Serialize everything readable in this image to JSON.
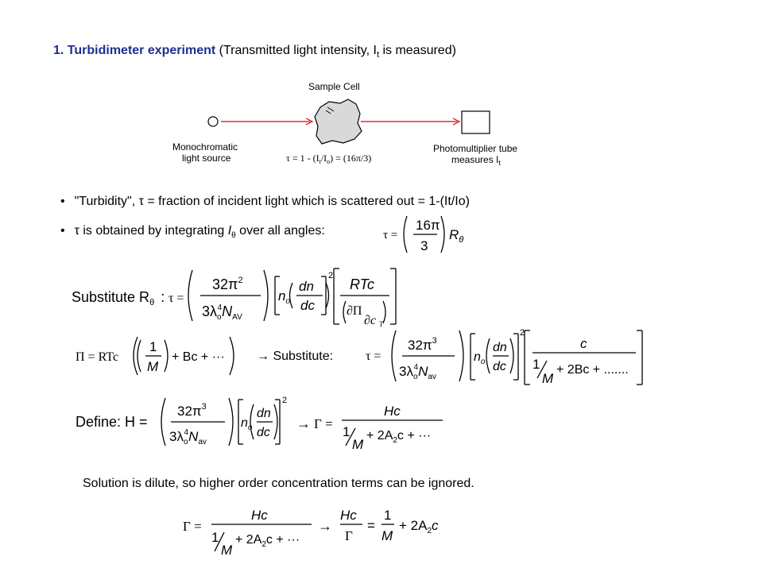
{
  "title": {
    "highlight": "1. Turbidimeter experiment",
    "rest_prefix": " (Transmitted light intensity, I",
    "rest_sub": "t",
    "rest_suffix": " is measured)"
  },
  "diagram": {
    "sample_cell_label": "Sample Cell",
    "source_label_line1": "Monochromatic",
    "source_label_line2": "light source",
    "detector_label_line1": "Photomultiplier tube",
    "detector_label_line2": "measures I",
    "detector_label_sub": "t",
    "formula": {
      "lhs": "τ = 1 - (I",
      "sub1": "t",
      "mid": "/I",
      "sub2": "o",
      "rhs": ") = (16π/3)"
    }
  },
  "bullets": [
    {
      "marker": "•",
      "text": "\"Turbidity\", τ = fraction of incident light which is scattered out = 1-(It/Io)"
    },
    {
      "marker": "•",
      "text_a": "τ is obtained by integrating ",
      "italic": "I",
      "sub": "θ",
      "text_b": " over all angles:"
    }
  ],
  "equations": {
    "tau_R": {
      "lhs": "τ =",
      "num": "16π",
      "den": "3",
      "R": "R",
      "Rsub": "θ"
    },
    "substitute_R": {
      "prefix": "Substitute R",
      "prefix_sub": "θ",
      "colon": ":",
      "tau": "τ =",
      "f_num": "32π",
      "f_num_sup": "2",
      "f_den_a": "3λ",
      "f_den_sub": "o",
      "f_den_sup": "4",
      "f_den_b": "N",
      "f_den_bsub": "AV",
      "n": "n",
      "n_sub": "o",
      "dn": "dn",
      "dc": "dc",
      "sq": "2",
      "rtc": "RTc",
      "dPi": "∂Π",
      "dc2": "∂c",
      "T": "T"
    },
    "pi_expansion": {
      "lhs": "Π = RTc",
      "one": "1",
      "M": "M",
      "plus_bc": "+ Bc + ···",
      "arrow": "→ Substitute:",
      "tau": "τ =",
      "f_num": "32π",
      "f_num_sup": "3",
      "f_den_a": "3λ",
      "f_den_sub": "o",
      "f_den_sup": "4",
      "f_den_b": "N",
      "f_den_bsub": "av",
      "n": "n",
      "n_sub": "o",
      "dn": "dn",
      "dc": "dc",
      "sq": "2",
      "c": "c",
      "M2": "M",
      "tail": "+ 2Bc + ......."
    },
    "define_H": {
      "prefix": "Define: H =",
      "f_num": "32π",
      "f_num_sup": "3",
      "f_den_a": "3λ",
      "f_den_sub": "o",
      "f_den_sup": "4",
      "f_den_b": "N",
      "f_den_bsub": "av",
      "n": "n",
      "n_sub": "o",
      "dn": "dn",
      "dc": "dc",
      "sq": "2",
      "arrow": "→",
      "gamma": "Γ =",
      "num": "Hc",
      "one": "1",
      "M": "M",
      "tail": "+ 2A",
      "tail_sub": "2",
      "tail_end": "c + ···"
    },
    "note": "Solution is dilute, so higher order concentration terms can be ignored.",
    "final": {
      "gamma": "Γ =",
      "num": "Hc",
      "one": "1",
      "M": "M",
      "tail": "+ 2A",
      "tail_sub": "2",
      "tail_end": "c + ···",
      "arrow": "→",
      "num2": "Hc",
      "den2": "Γ",
      "eq": "=",
      "one2": "1",
      "M2": "M",
      "tail2": "+ 2A",
      "tail2_sub": "2",
      "tail2_end": "c"
    }
  }
}
